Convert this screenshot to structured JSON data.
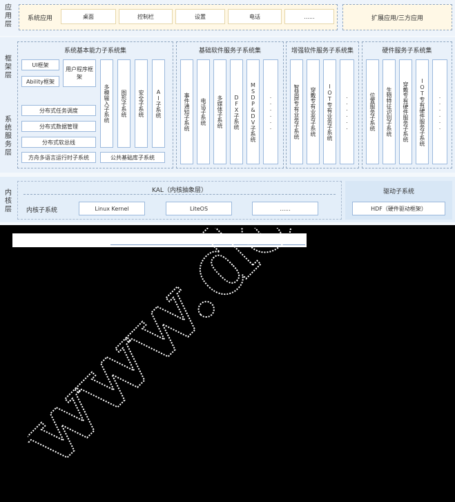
{
  "layers": {
    "app": "应用层",
    "framework": "框架层",
    "service": "系统服务层",
    "kernel": "内核层"
  },
  "app_layer": {
    "label": "系统应用",
    "apps": [
      "桌面",
      "控制栏",
      "设置",
      "电话",
      "......"
    ],
    "extension": "扩展应用/三方应用"
  },
  "basic_capability": {
    "title": "系统基本能力子系统集",
    "ui_framework": "UI框架",
    "ability_framework": "Ability框架",
    "user_program_framework": "用户程序框架",
    "vertical": [
      "多模输入子系统",
      "图形子系统",
      "安全子系统",
      "AI子系统"
    ],
    "distributed": [
      "分布式任务调度",
      "分布式数据管理",
      "分布式软总线",
      "方舟多语言运行时子系统"
    ],
    "common_base": "公共基础库子系统"
  },
  "basic_software": {
    "title": "基础软件服务子系统集",
    "items": [
      "事件通知子系统",
      "电话子系统",
      "多媒体子系统",
      "DFX子系统",
      "MSDP&DV子系统",
      "......"
    ]
  },
  "enhanced_software": {
    "title": "增强软件服务子系统集",
    "items": [
      "智慧屏专有业务子系统",
      "穿戴专有业务子系统",
      "IOT专有业务子系统",
      "......"
    ]
  },
  "hardware_services": {
    "title": "硬件服务子系统集",
    "items": [
      "位置服务子系统",
      "生物特征识别子系统",
      "穿戴专有硬件服务子系统",
      "IOT专有硬件服务子系统",
      "......"
    ]
  },
  "kernel_layer": {
    "kal": "KAL（内核抽象层）",
    "kernel_subsystem": "内核子系统",
    "kernels": [
      "Linux Kernel",
      "LiteOS",
      "......"
    ],
    "driver_subsystem": "驱动子系统",
    "hdf": "HDF（硬件驱动框架）"
  },
  "watermark": "www.doit.a",
  "colors": {
    "background": "#000000",
    "band": "#eef4fb",
    "band_alt": "#e3eef9",
    "cell_border": "#9ab8dc",
    "yellow_band": "#fff8e6"
  }
}
